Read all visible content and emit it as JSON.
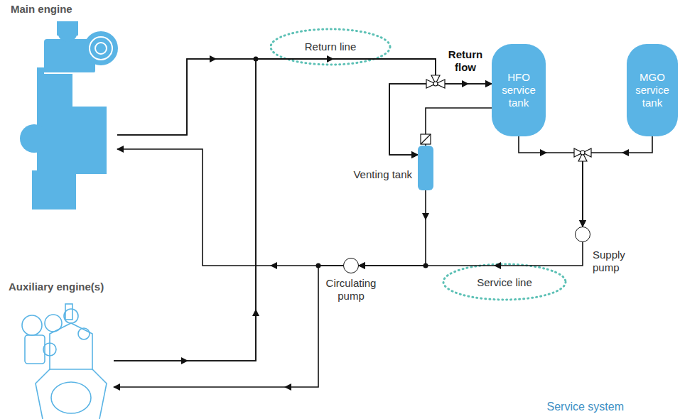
{
  "diagram": {
    "nodes": [
      {
        "text": [
          "Main engine"
        ]
      },
      {
        "text": [
          "Service system"
        ]
      },
      {
        "text": [
          "Venting tank"
        ],
        "in": 1
      },
      {
        "text": [
          "Circulating pump"
        ],
        "in": 1
      },
      {
        "text": [
          "Supply pump"
        ],
        "in": 1
      },
      {
        "text": [
          "HFO service tank"
        ]
      },
      {
        "text": [
          "MGO service tank"
        ]
      },
      {
        "text": [
          "Auxiliary engine(s)"
        ]
      }
    ],
    "edges": [
      {
        "from": 0,
        "to": 5,
        "arrow": "to",
        "label": "Return line"
      },
      {
        "from": 0,
        "to": 2,
        "arrow": "to"
      },
      {
        "from": 7,
        "to": 5,
        "arrow": "to",
        "label": "Return flow"
      },
      {
        "from": 7,
        "to": 2,
        "arrow": "to"
      },
      {
        "from": 5,
        "to": 2,
        "arrow": "none"
      },
      {
        "from": 5,
        "to": 4,
        "arrow": "to"
      },
      {
        "from": 6,
        "to": 4,
        "arrow": "to"
      },
      {
        "from": 4,
        "to": 3,
        "arrow": "to",
        "label": "Service line"
      },
      {
        "from": 2,
        "to": 3,
        "arrow": "to"
      },
      {
        "from": 3,
        "to": 0,
        "arrow": "to"
      },
      {
        "from": 3,
        "to": 7,
        "arrow": "to"
      }
    ]
  }
}
